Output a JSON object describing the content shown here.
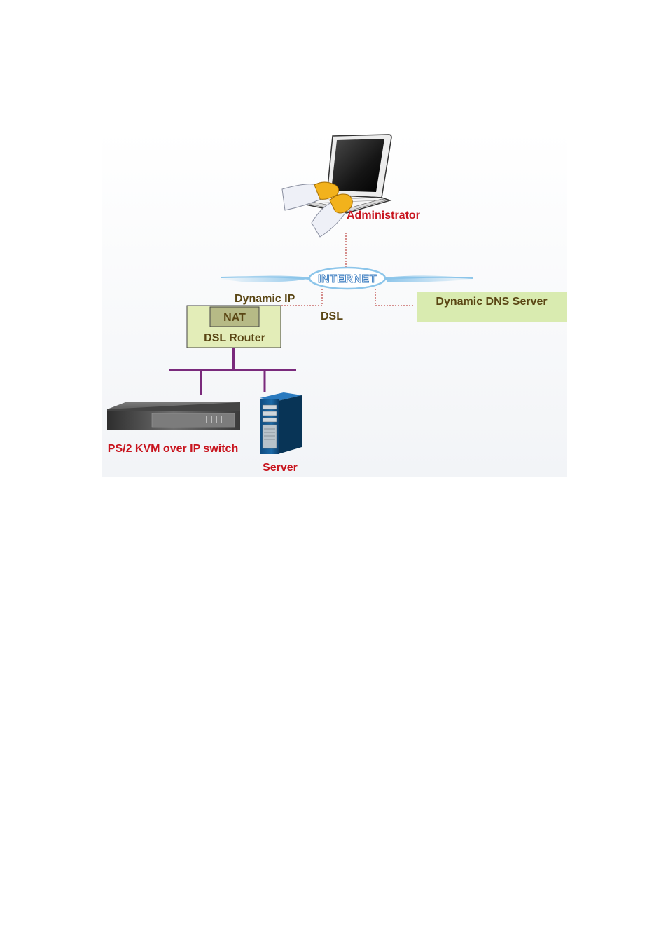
{
  "diagram": {
    "labels": {
      "administrator": "Administrator",
      "internet": "INTERNET",
      "dynamic_ip": "Dynamic IP",
      "dsl": "DSL",
      "dns_server": "Dynamic DNS Server",
      "nat": "NAT",
      "dsl_router": "DSL Router",
      "kvm_switch": "PS/2 KVM over IP switch",
      "server": "Server"
    },
    "colors": {
      "red_label": "#c8141e",
      "olive_label": "#5a4614",
      "router_fill": "#e3edb8",
      "nat_fill": "#b6ba86",
      "dns_fill": "#d9ebb0",
      "lan_bus": "#7a2a7c",
      "dotted_link": "#c0504d",
      "cloud": "#8cc5ea",
      "internet_text": "#3a7cc0"
    }
  }
}
